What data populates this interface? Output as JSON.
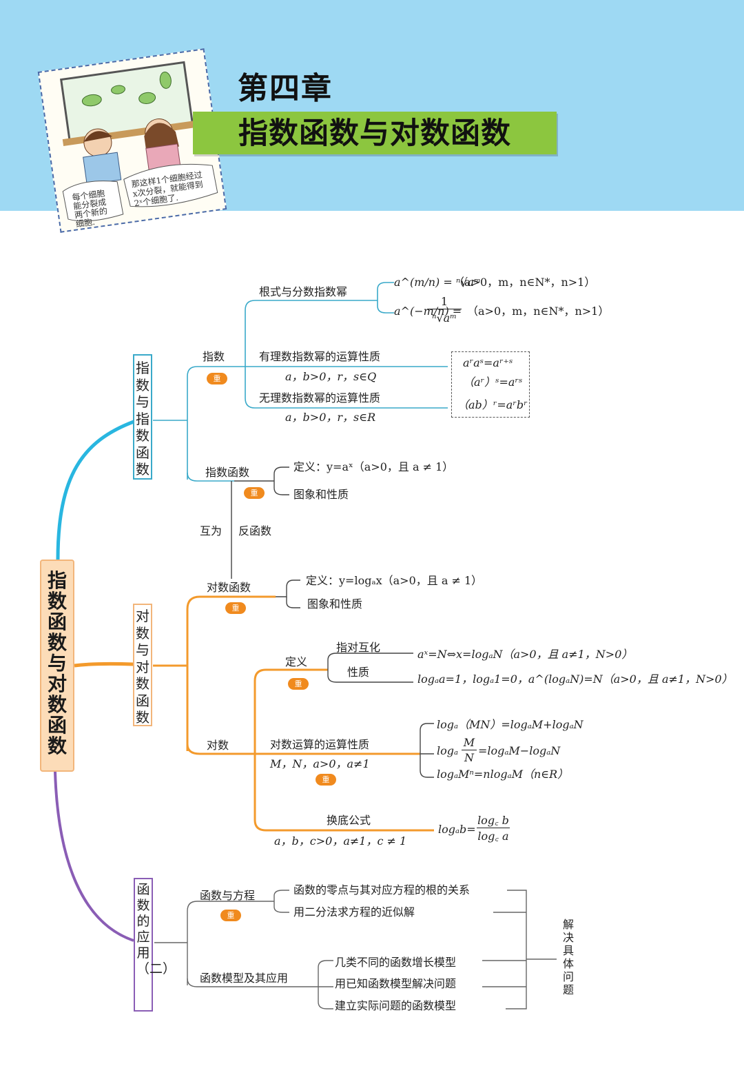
{
  "header": {
    "chapter": "第四章",
    "title": "指数函数与对数函数",
    "comic": {
      "bubble_left": [
        "每个细胞",
        "能分裂成",
        "两个新的",
        "细胞."
      ],
      "bubble_right": [
        "那这样1个细胞经过",
        "x次分裂，就能得到",
        "2ˣ个细胞了."
      ]
    }
  },
  "colors": {
    "header_bg": "#9ed9f3",
    "title_bar": "#8cc63f",
    "branch_exp": "#29b6e0",
    "branch_log": "#f39a2c",
    "branch_app": "#8a5db5",
    "badge": "#f08a1e"
  },
  "root": "指数函数与对数函数",
  "badge_label": "重",
  "sections": {
    "exp": {
      "label": "指数与指数函数",
      "zhishu": "指数",
      "radical_label": "根式与分数指数幂",
      "f1_a": "a^(m/n) = ⁿ√aᵐ",
      "f1_b": "（a>0，m，n∈N*，n>1）",
      "f2_a": "a^(−m/n) =",
      "f2_frac_num": "1",
      "f2_frac_den": "ⁿ√aᵐ",
      "f2_b": "（a>0，m，n∈N*，n>1）",
      "rational_label": "有理数指数幂的运算性质",
      "rational_cond": "a，b>0，r，s∈Q",
      "irrational_label": "无理数指数幂的运算性质",
      "irrational_cond": "a，b>0，r，s∈R",
      "rules": [
        "aʳaˢ=aʳ⁺ˢ",
        "（aʳ）ˢ=aʳˢ",
        "（ab）ʳ=aʳbʳ"
      ],
      "func_label": "指数函数",
      "func_def": "定义：y=aˣ（a>0，且 a ≠ 1）",
      "func_graph": "图象和性质",
      "inverse": [
        "互为",
        "反函数"
      ]
    },
    "log": {
      "label": "对数与对数函数",
      "func_label": "对数函数",
      "func_def": "定义：y=logₐx（a>0，且 a ≠ 1）",
      "func_graph": "图象和性质",
      "log_label": "对数",
      "def_label": "定义",
      "conv_label": "指对互化",
      "conv_formula": "aˣ=N⇔x=logₐN（a>0，且 a≠1，N>0）",
      "prop_label": "性质",
      "prop_formula": "logₐa=1，logₐ1=0，a^(logₐN)=N（a>0，且 a≠1，N>0）",
      "ops_label": "对数运算的运算性质",
      "ops_cond": "M，N，a>0，a≠1",
      "ops": [
        "logₐ（MN）=logₐM+logₐN",
        "logₐ(M/N)=logₐM−logₐN",
        "logₐMⁿ=nlogₐM（n∈R）"
      ],
      "ops2_pre": "logₐ",
      "ops2_num": "M",
      "ops2_den": "N",
      "ops2_post": "=logₐM−logₐN",
      "change_label": "换底公式",
      "change_cond": "a，b，c>0，a≠1，c ≠ 1",
      "change_pre": "logₐb=",
      "change_num": "log꜀ b",
      "change_den": "log꜀ a"
    },
    "app": {
      "label": "函数的应用（二）",
      "eq_label": "函数与方程",
      "eq_items": [
        "函数的零点与其对应方程的根的关系",
        "用二分法求方程的近似解"
      ],
      "model_label": "函数模型及其应用",
      "model_items": [
        "几类不同的函数增长模型",
        "用已知函数模型解决问题",
        "建立实际问题的函数模型"
      ],
      "solve": "解决具体问题"
    }
  }
}
